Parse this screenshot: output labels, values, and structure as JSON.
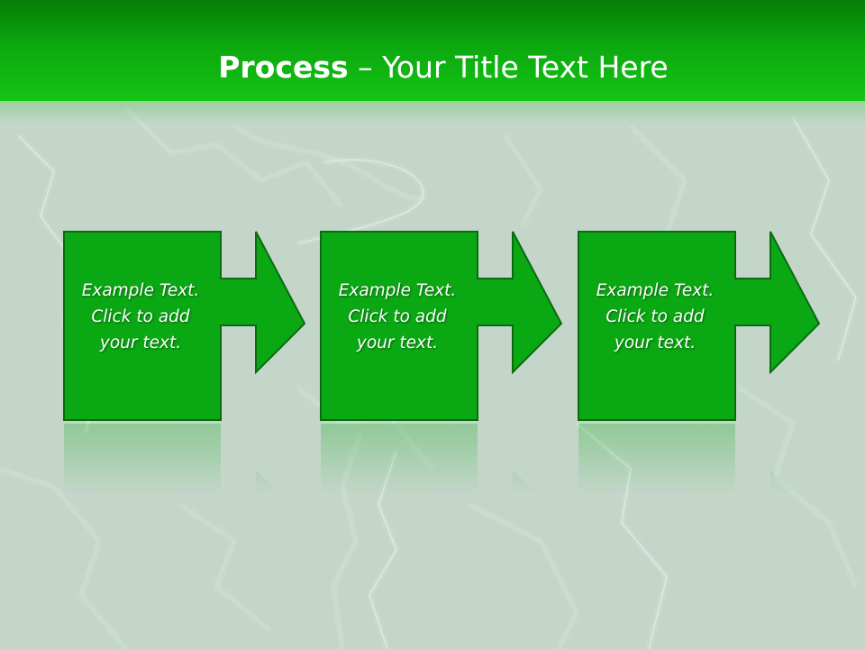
{
  "slide": {
    "title_bold": "Process",
    "title_rest": " – Your Title Text Here"
  },
  "colors": {
    "header_dark": "#077c07",
    "header_light": "#14c414",
    "shape_fill": "#0aa812",
    "shape_border": "#0b6b10",
    "background": "#c4d6ca",
    "lightning": "#e8fff0"
  },
  "steps": [
    {
      "text": "Example Text.\nClick  to add\nyour text."
    },
    {
      "text": "Example Text.\nClick  to add\nyour text."
    },
    {
      "text": "Example Text.\nClick  to add\nyour text."
    }
  ]
}
